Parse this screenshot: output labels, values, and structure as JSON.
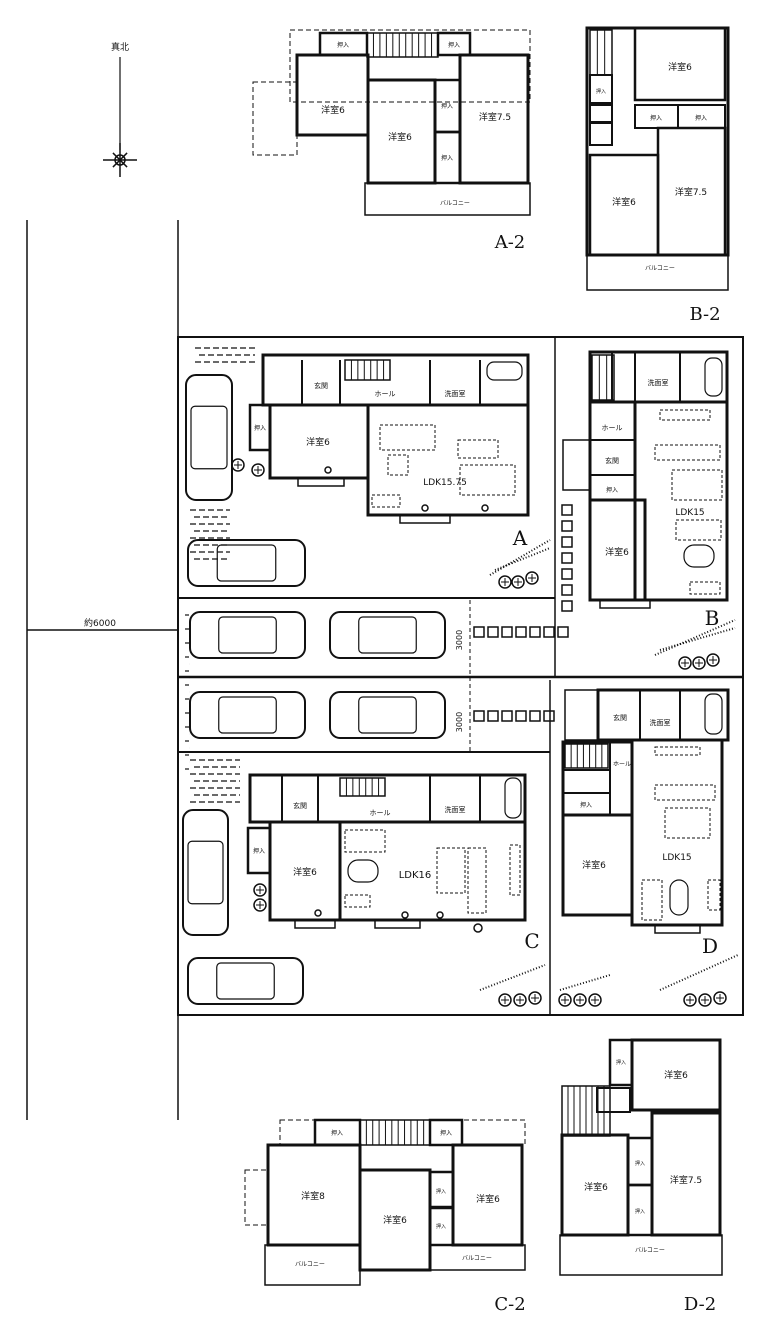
{
  "north_label": "真北",
  "road": {
    "width_label": "約6000"
  },
  "driveway": {
    "width_labels": [
      "3000",
      "3000"
    ]
  },
  "lots": {
    "A": {
      "label": "A",
      "floor1": {
        "entrance": "玄関",
        "hall": "ホール",
        "washroom": "洗面室",
        "bath": "浴室",
        "closet": "押入",
        "bedroom": "洋室6",
        "ldk": "LDK15.75"
      },
      "floor2": {
        "label": "A-2",
        "room_left": "洋室6",
        "room_mid": "洋室6",
        "room_right": "洋室7.5",
        "closet": "押入",
        "balcony": "バルコニー"
      }
    },
    "B": {
      "label": "B",
      "floor1": {
        "entrance": "玄関",
        "hall": "ホール",
        "washroom": "洗面室",
        "bath": "浴室",
        "closet": "押入",
        "bedroom": "洋室6",
        "ldk": "LDK15"
      },
      "floor2": {
        "label": "B-2",
        "room_top": "洋室6",
        "room_left": "洋室6",
        "room_right": "洋室7.5",
        "closet": "押入",
        "balcony": "バルコニー"
      }
    },
    "C": {
      "label": "C",
      "floor1": {
        "entrance": "玄関",
        "hall": "ホール",
        "washroom": "洗面室",
        "bath": "浴室",
        "closet": "押入",
        "bedroom": "洋室6",
        "ldk": "LDK16"
      },
      "floor2": {
        "label": "C-2",
        "room_left": "洋室8",
        "room_mid": "洋室6",
        "room_right": "洋室6",
        "closet": "押入",
        "balcony": "バルコニー"
      }
    },
    "D": {
      "label": "D",
      "floor1": {
        "entrance": "玄関",
        "hall": "ホール",
        "washroom": "洗面室",
        "bath": "浴室",
        "closet": "押入",
        "bedroom": "洋室6",
        "ldk": "LDK15"
      },
      "floor2": {
        "label": "D-2",
        "room_top": "洋室6",
        "room_left": "洋室6",
        "room_right": "洋室7.5",
        "closet": "押入",
        "balcony": "バルコニー"
      }
    }
  }
}
